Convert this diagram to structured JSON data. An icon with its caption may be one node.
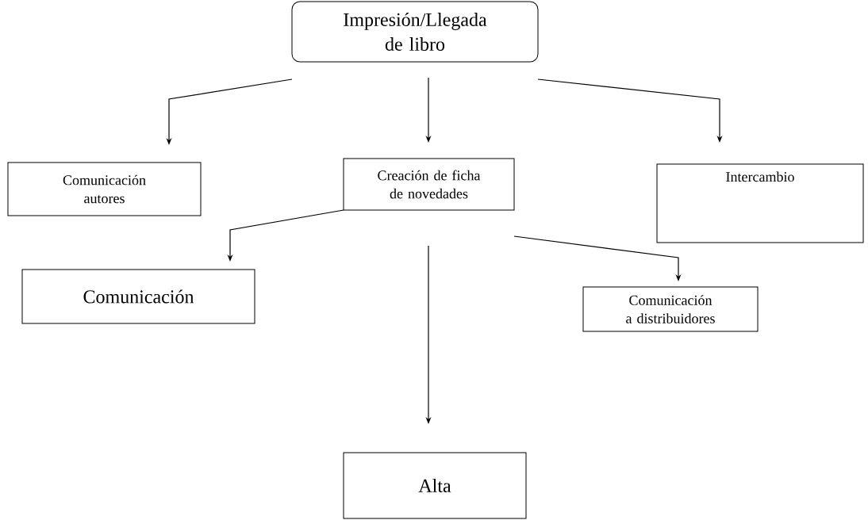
{
  "diagram": {
    "nodes": [
      {
        "text": [
          "Impresión/Llegada de libro"
        ]
      },
      {
        "text": [
          "Comunicación autores"
        ]
      },
      {
        "text": [
          "Creación de ficha de novedades"
        ]
      },
      {
        "text": [
          "Intercambio"
        ]
      },
      {
        "text": [
          "Comunicación"
        ]
      },
      {
        "text": [
          "Comunicación a distribuidores"
        ]
      },
      {
        "text": [
          "Alta"
        ]
      }
    ],
    "edges": [
      {
        "from": 0,
        "to": 1,
        "arrow": "to"
      },
      {
        "from": 0,
        "to": 2,
        "arrow": "to"
      },
      {
        "from": 0,
        "to": 3,
        "arrow": "to"
      },
      {
        "from": 2,
        "to": 4,
        "arrow": "to"
      },
      {
        "from": 2,
        "to": 6,
        "arrow": "to"
      },
      {
        "from": 2,
        "to": 5,
        "arrow": "to"
      }
    ]
  }
}
